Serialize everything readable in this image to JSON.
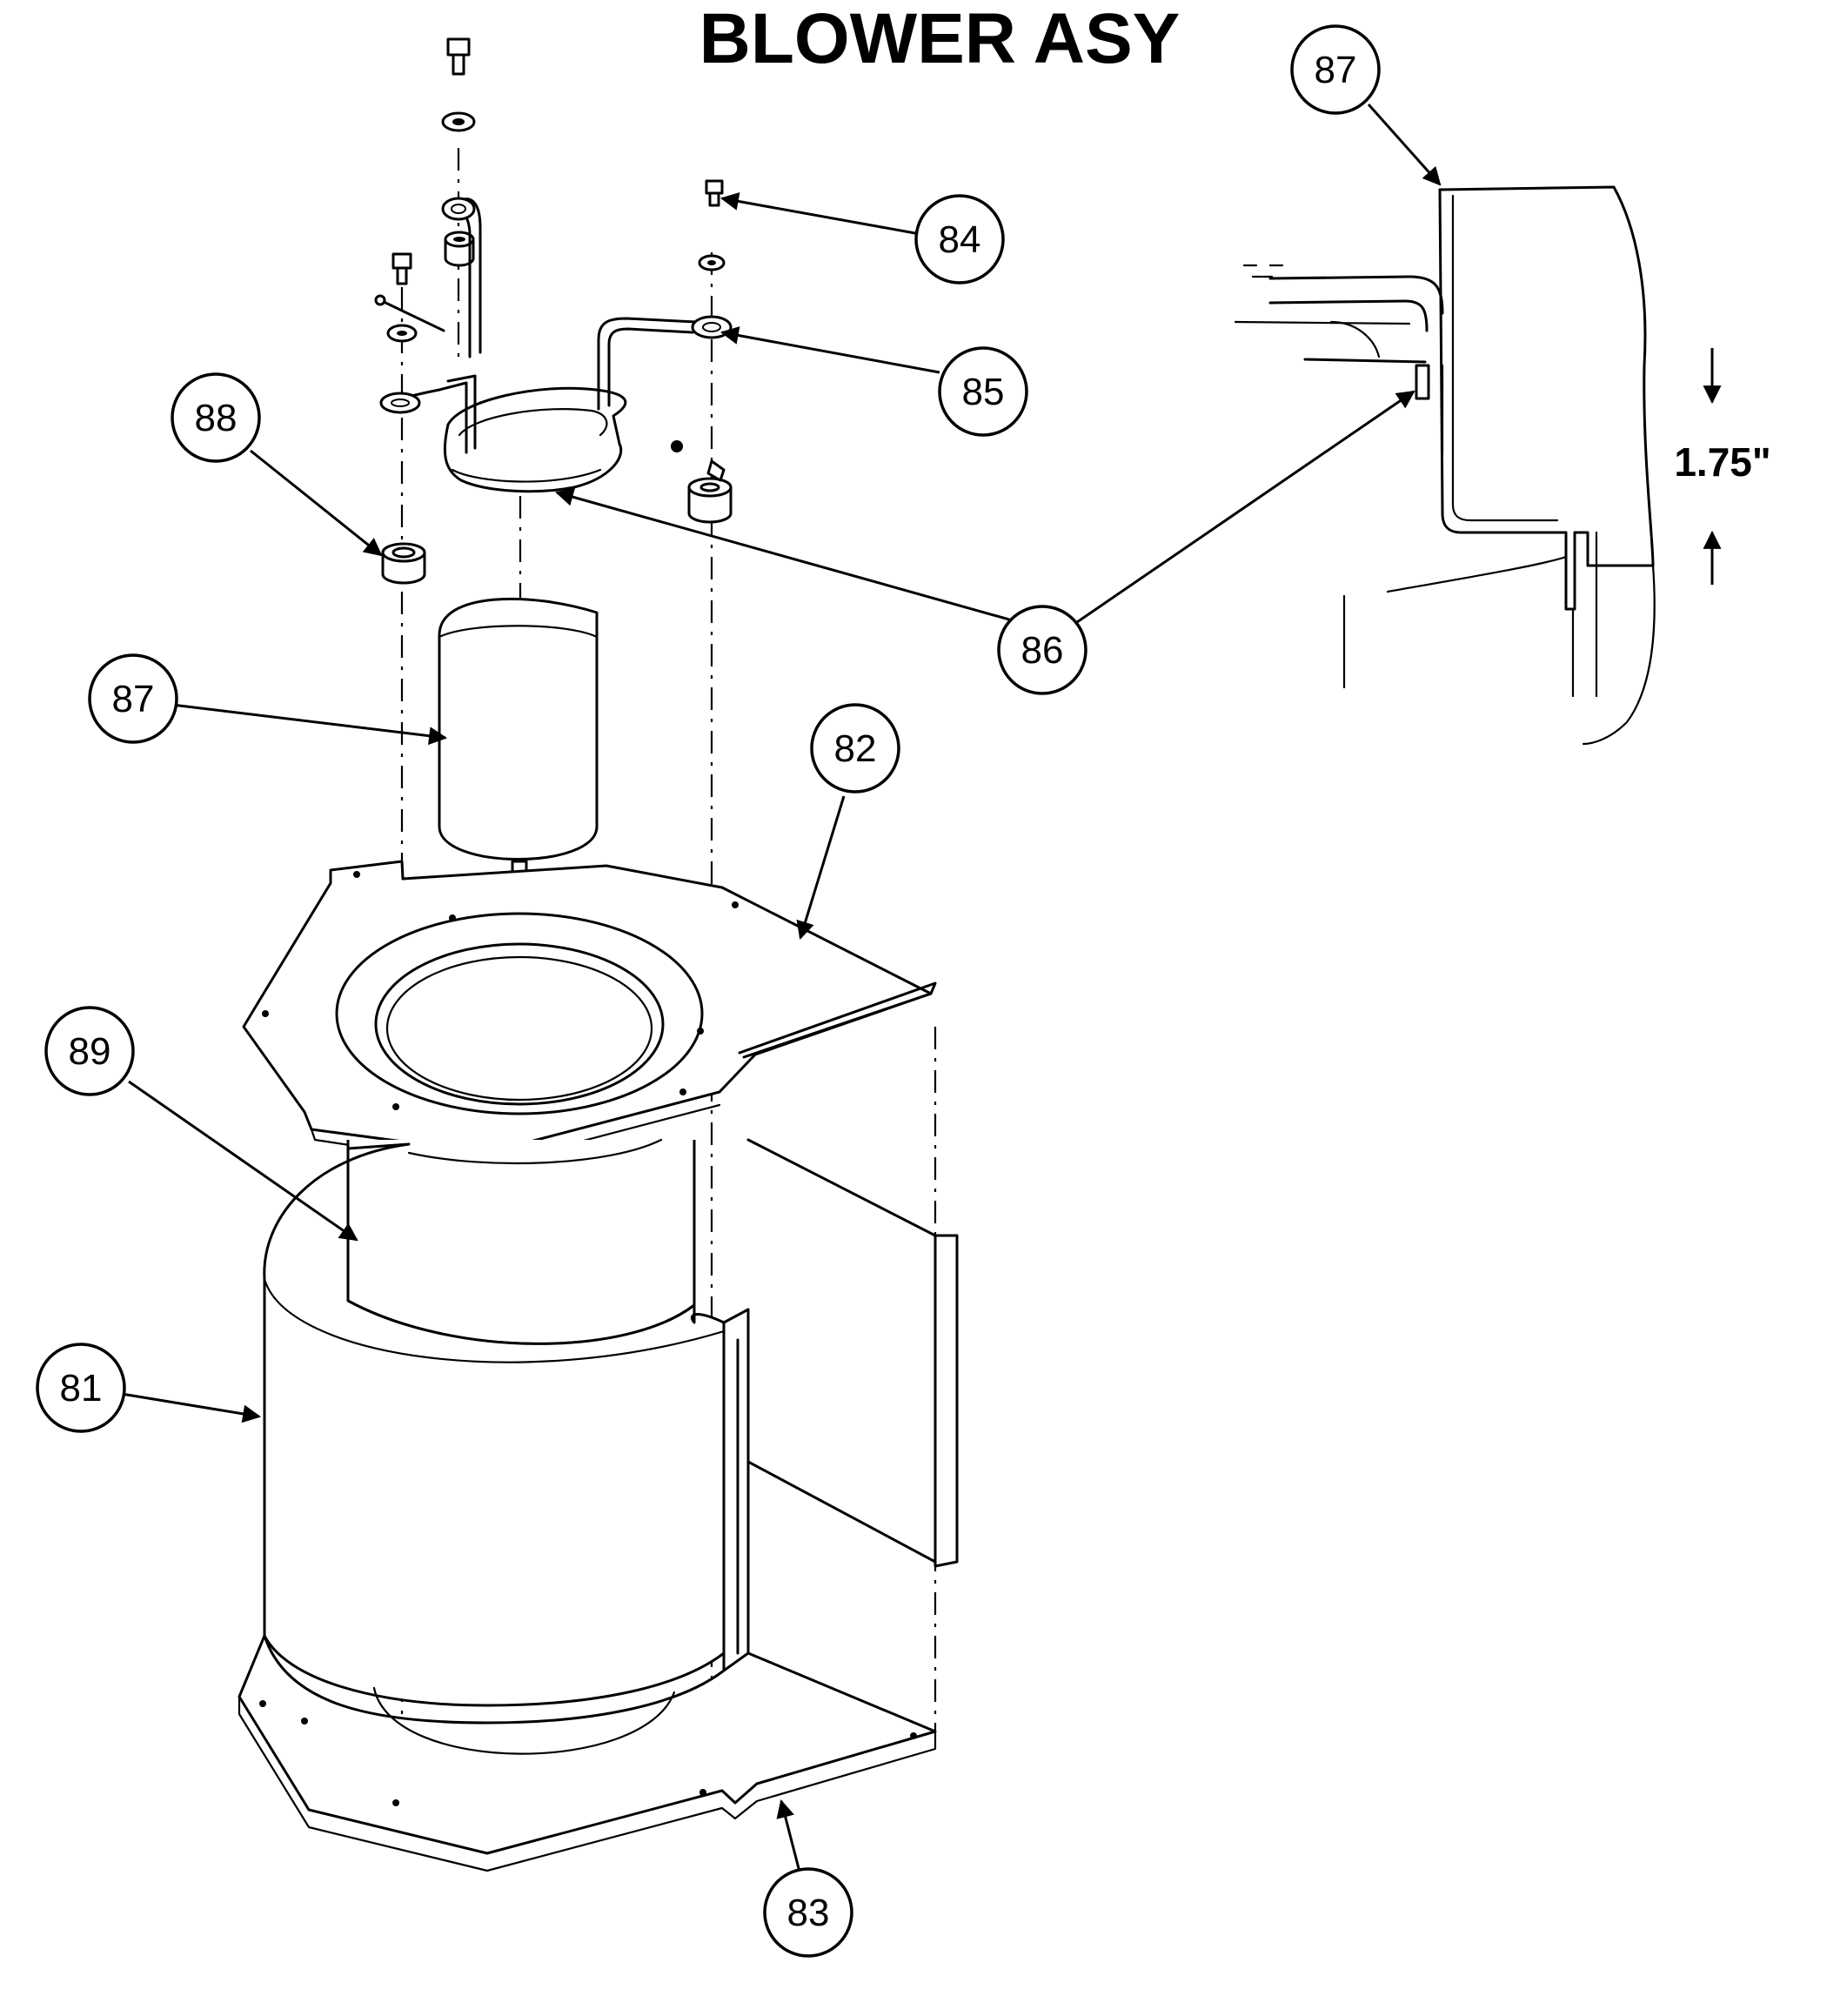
{
  "title": "BLOWER ASY",
  "callouts": [
    {
      "id": "87-detail",
      "label": "87"
    },
    {
      "id": "84",
      "label": "84"
    },
    {
      "id": "85",
      "label": "85"
    },
    {
      "id": "88",
      "label": "88"
    },
    {
      "id": "86",
      "label": "86"
    },
    {
      "id": "87",
      "label": "87"
    },
    {
      "id": "82",
      "label": "82"
    },
    {
      "id": "89",
      "label": "89"
    },
    {
      "id": "81",
      "label": "81"
    },
    {
      "id": "83",
      "label": "83"
    }
  ],
  "dimension": {
    "label": "1.75\""
  }
}
